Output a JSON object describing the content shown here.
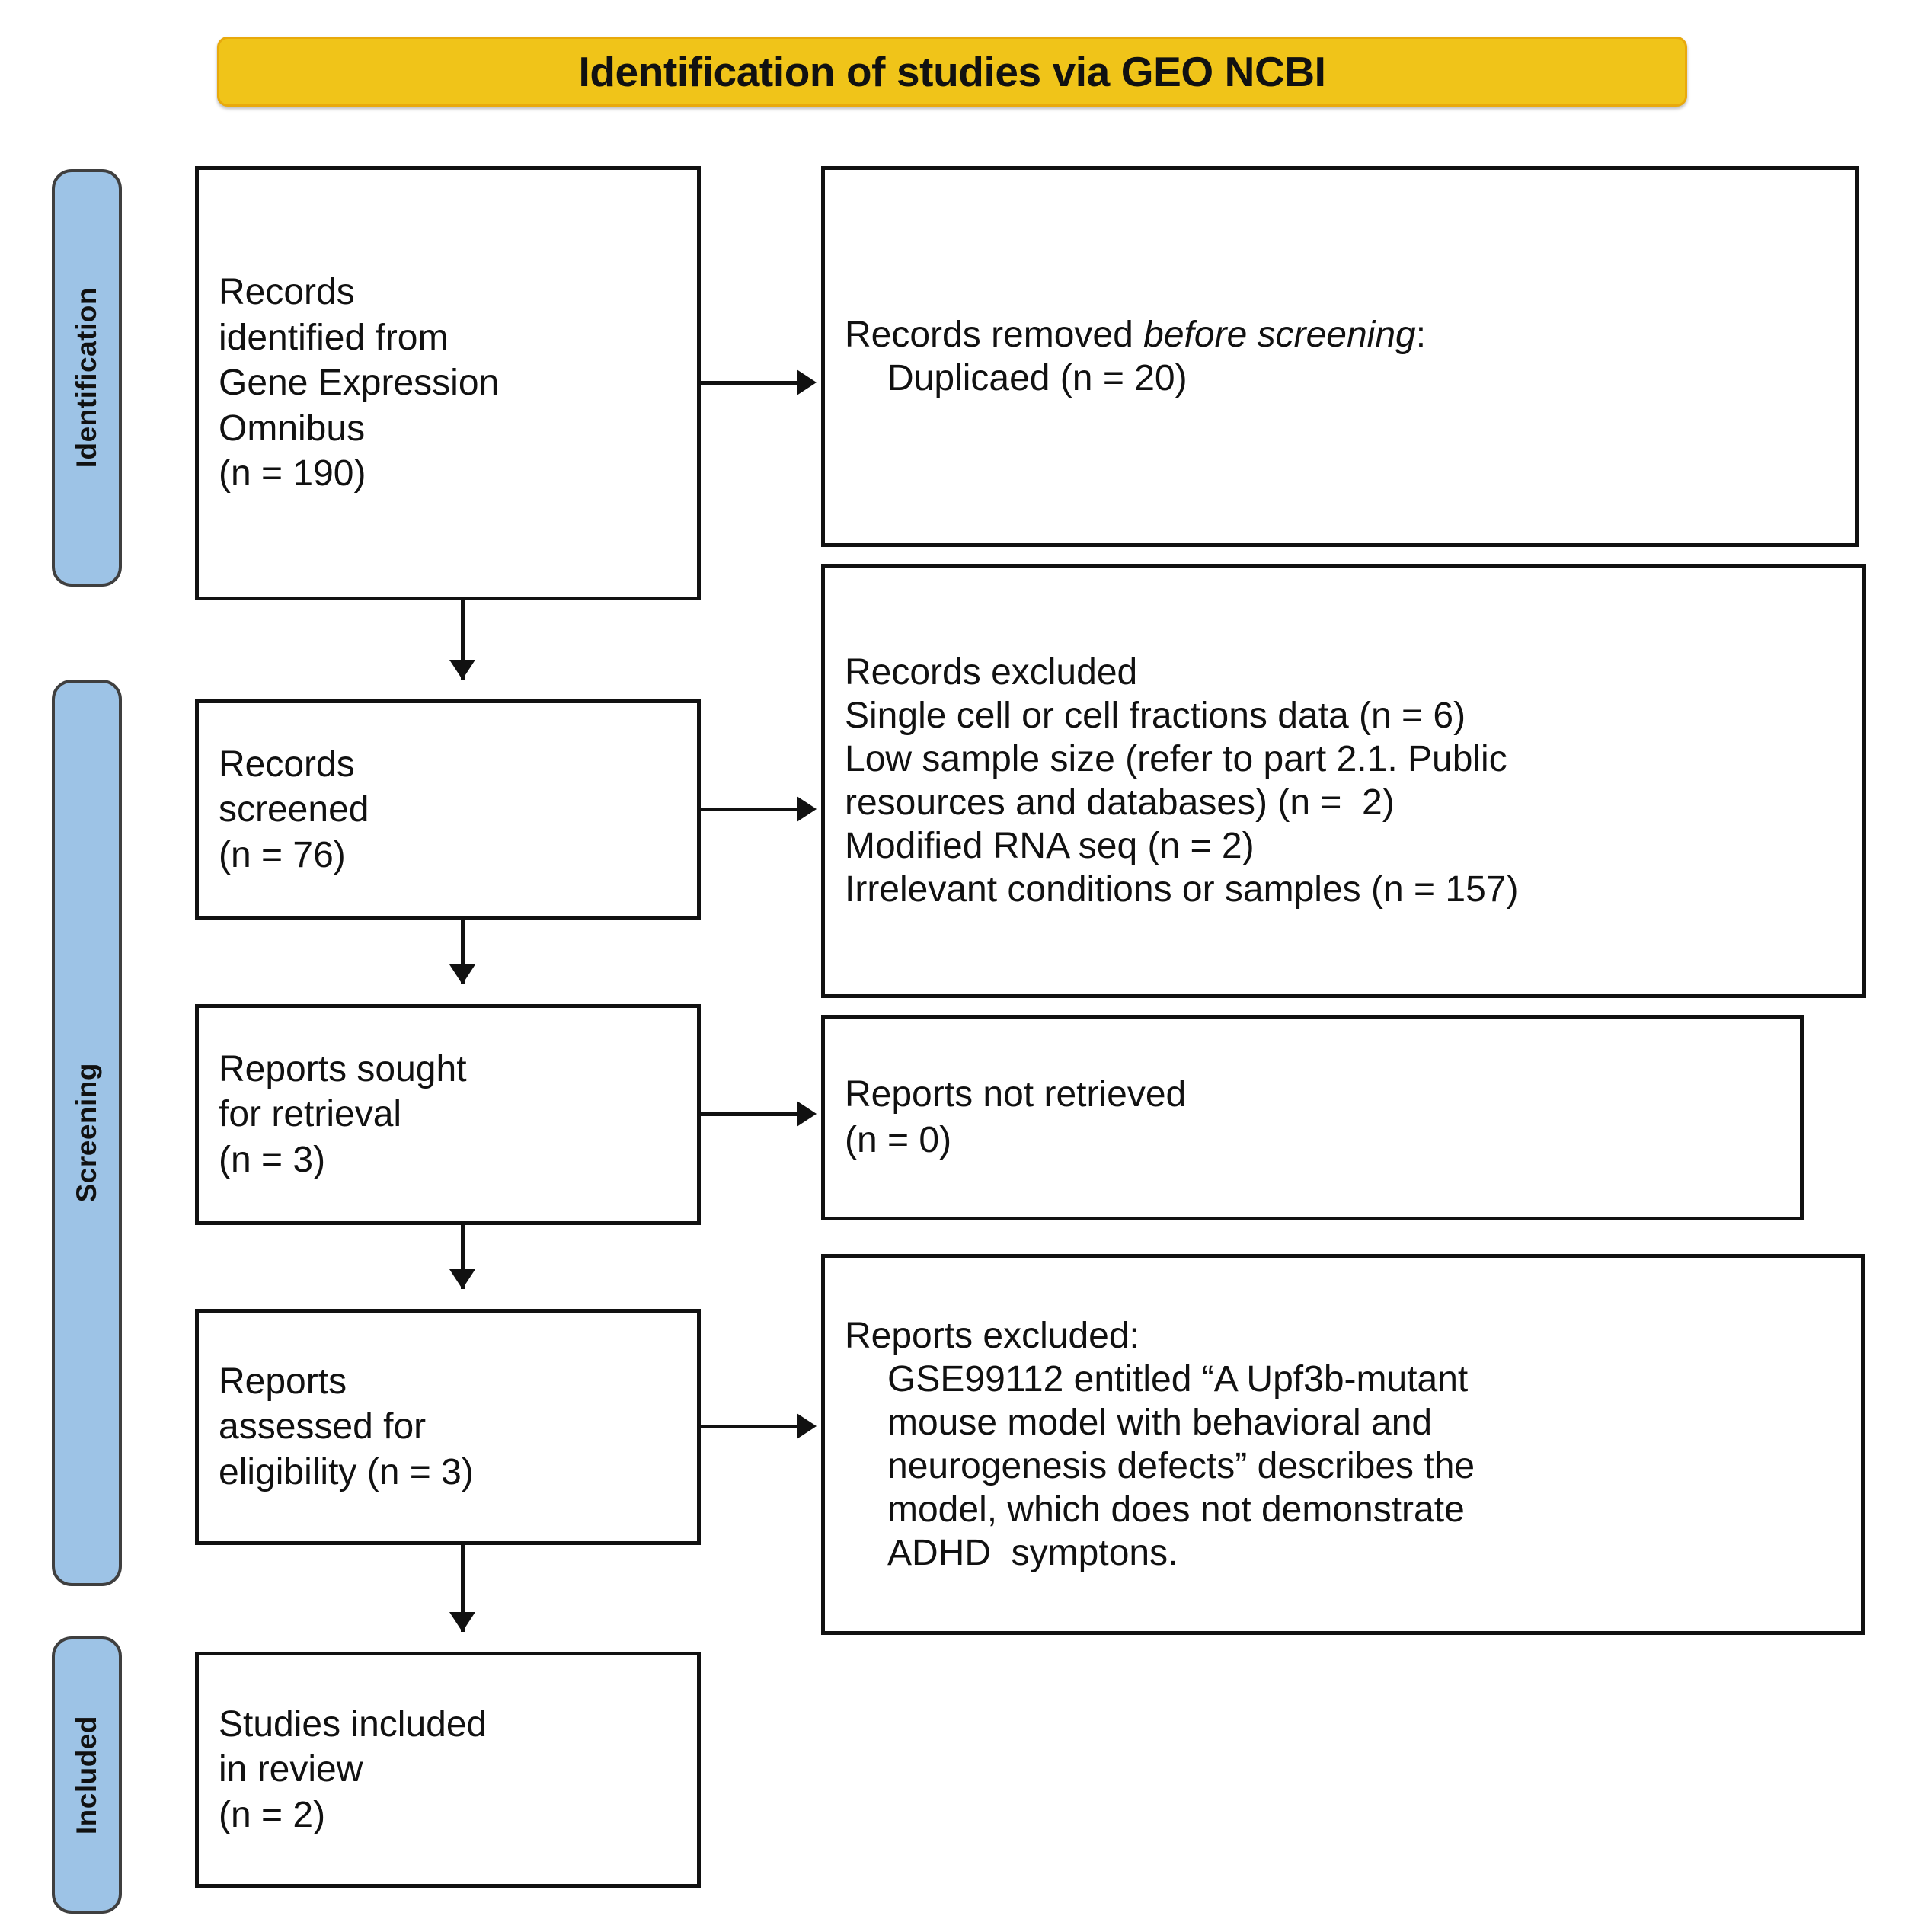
{
  "banner": {
    "title": "Identification of studies via GEO NCBI",
    "bg_color": "#F0C419"
  },
  "stages": [
    {
      "key": "identification",
      "label": "Identification",
      "color": "#9DC3E6"
    },
    {
      "key": "screening",
      "label": "Screening",
      "color": "#9DC3E6"
    },
    {
      "key": "included",
      "label": "Included",
      "color": "#9DC3E6"
    }
  ],
  "flow": {
    "identified": "Records\nidentified from\nGene Expression\nOmnibus\n(n = 190)",
    "removed_heading_pre": "Records removed ",
    "removed_heading_italic": "before screening",
    "removed_heading_post": ":",
    "removed_item": "Duplicaed (n = 20)",
    "screened": "Records\nscreened\n(n = 76)",
    "records_excluded": "Records excluded\nSingle cell or cell fractions data (n = 6)\nLow sample size (refer to part 2.1. Public\nresources and databases) (n =  2)\nModified RNA seq (n = 2)\nIrrelevant conditions or samples (n = 157)",
    "sought": "Reports sought\nfor retrieval\n(n = 3)",
    "not_retrieved": "Reports not retrieved\n(n = 0)",
    "assessed": "Reports\nassessed for\neligibility (n = 3)",
    "reports_excluded_heading": "Reports excluded:",
    "reports_excluded_body": "GSE99112 entitled “A Upf3b-mutant\nmouse model with behavioral and\nneurogenesis defects” describes the\nmodel, which does not demonstrate\nADHD  symptons.",
    "included": "Studies included\nin review\n(n = 2)"
  }
}
